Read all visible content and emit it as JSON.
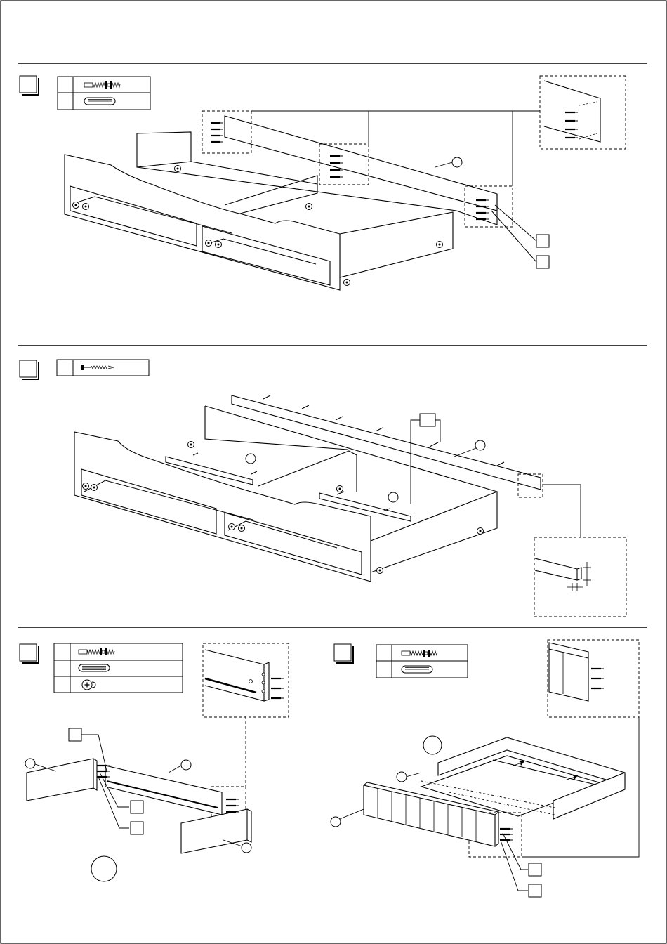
{
  "page": {
    "border_color": "#000000",
    "line_color": "#000000",
    "background": "#ffffff"
  },
  "steps": [
    {
      "id": "step-1",
      "number": "",
      "hardware": [
        {
          "icon": "cam-bolt-icon",
          "label": ""
        },
        {
          "icon": "wood-dowel-icon",
          "label": ""
        }
      ],
      "callouts": [
        "",
        "",
        ""
      ]
    },
    {
      "id": "step-2",
      "number": "",
      "hardware": [
        {
          "icon": "screw-icon",
          "label": ""
        }
      ],
      "callouts": [
        "",
        "",
        "",
        ""
      ]
    },
    {
      "id": "step-3",
      "number": "",
      "hardware": [
        {
          "icon": "cam-bolt-icon",
          "label": ""
        },
        {
          "icon": "wood-dowel-icon",
          "label": ""
        },
        {
          "icon": "cam-lock-icon",
          "label": ""
        }
      ],
      "callouts": [
        "",
        "",
        "",
        "",
        "",
        "",
        ""
      ]
    },
    {
      "id": "step-4",
      "number": "",
      "hardware": [
        {
          "icon": "cam-bolt-icon",
          "label": ""
        },
        {
          "icon": "wood-dowel-icon",
          "label": ""
        }
      ],
      "callouts": [
        "",
        "",
        "",
        "",
        ""
      ]
    }
  ]
}
